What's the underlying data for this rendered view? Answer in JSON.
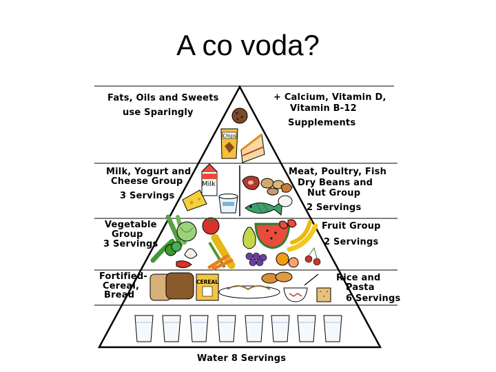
{
  "title": "A co voda?",
  "pyramid": {
    "top": {
      "left_line1": "Fats, Oils and Sweets",
      "left_line2": "use Sparingly",
      "right_line1": "+ Calcium, Vitamin D,",
      "right_line2": "Vitamin B-12",
      "right_line3": "Supplements"
    },
    "dairy": {
      "line1": "Milk, Yogurt and",
      "line2": "Cheese Group",
      "servings": "3 Servings"
    },
    "protein": {
      "line1": "Meat, Poultry, Fish",
      "line2": "Dry Beans and",
      "line3": "Nut Group",
      "servings": "2 Servings"
    },
    "vegetable": {
      "line1": "Vegetable",
      "line2": "Group",
      "servings": "3 Servings"
    },
    "fruit": {
      "line1": "Fruit Group",
      "servings": "2 Servings"
    },
    "fortified": {
      "line1": "Fortified-",
      "line2": "Cereal,",
      "line3": "Bread"
    },
    "grain": {
      "line1": "Rice and",
      "line2": "Pasta",
      "servings": "6 Servings"
    },
    "water": {
      "label": "Water  8 Servings"
    }
  },
  "food_labels": {
    "chips": "Chips",
    "milk": "Milk",
    "cereal": "CEREAL"
  },
  "colors": {
    "outline": "#000000",
    "tomato": "#d9322a",
    "banana": "#f2c81e",
    "broccoli": "#3f9a34",
    "bread": "#8b5a2b",
    "fish": "#3fa06a",
    "grapes": "#6b3fa0",
    "cheese": "#f4d03f"
  }
}
